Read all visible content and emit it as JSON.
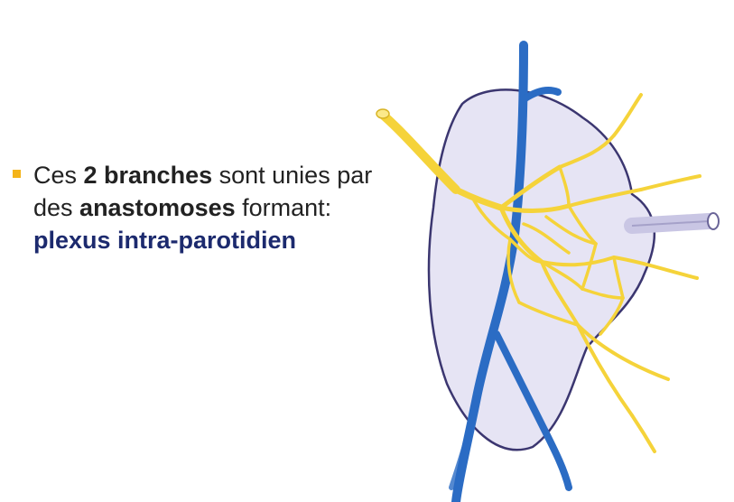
{
  "bullet": {
    "prefix": "Ces ",
    "bold1": "2 branches",
    "mid": " sont unies par des ",
    "bold2": "anastomoses",
    "suffix": " formant:",
    "highlight": "plexus intra-parotidien"
  },
  "colors": {
    "bullet_marker": "#f4b41a",
    "highlight_text": "#1c2a6e",
    "nerve": "#f5d33a",
    "vessel": "#2b6cc4",
    "gland": "#e6e4f4"
  },
  "illustration": {
    "icon": "parotid-gland-facial-nerve-plexus-illustration"
  }
}
